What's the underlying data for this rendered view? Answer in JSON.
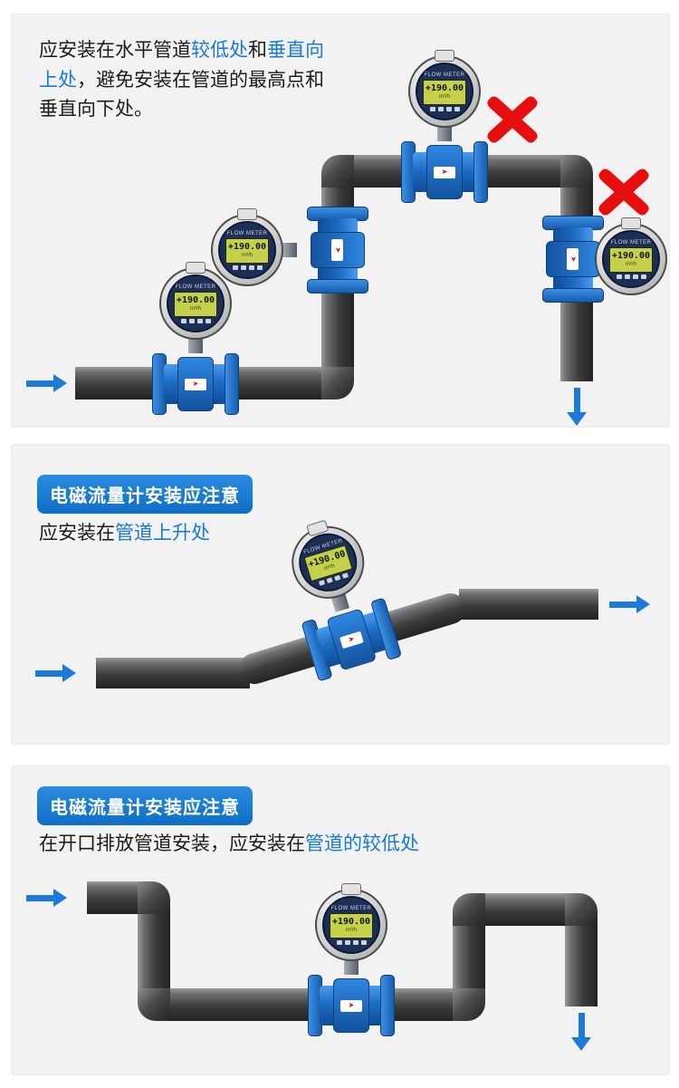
{
  "colors": {
    "accent_blue": "#187bd1",
    "badge_blue": "#1173cc",
    "arrow_blue": "#1d7ad8",
    "error_red": "#e60e0e",
    "panel_bg": "#f2f2f3",
    "pipe_gray": "#3c3c3c",
    "meter_blue": "#1e6cc4"
  },
  "meter": {
    "brand": "FLOW METER",
    "display_value": "+190.00",
    "display_sub": "m³/h",
    "tag": "➤"
  },
  "panel1": {
    "text_parts": {
      "p1": "应安装在水平管道",
      "p2": "较低处",
      "p3": "和",
      "p4": "垂直向上处",
      "p5": "，避免安装在管道的最高点和垂直向下处。"
    }
  },
  "panel2": {
    "badge": "电磁流量计安装应注意",
    "text_parts": {
      "p1": "应安装在",
      "p2": "管道上升处"
    }
  },
  "panel3": {
    "badge": "电磁流量计安装应注意",
    "text_parts": {
      "p1": "在开口排放管道安装，应安装在",
      "p2": "管道的较低处"
    }
  }
}
